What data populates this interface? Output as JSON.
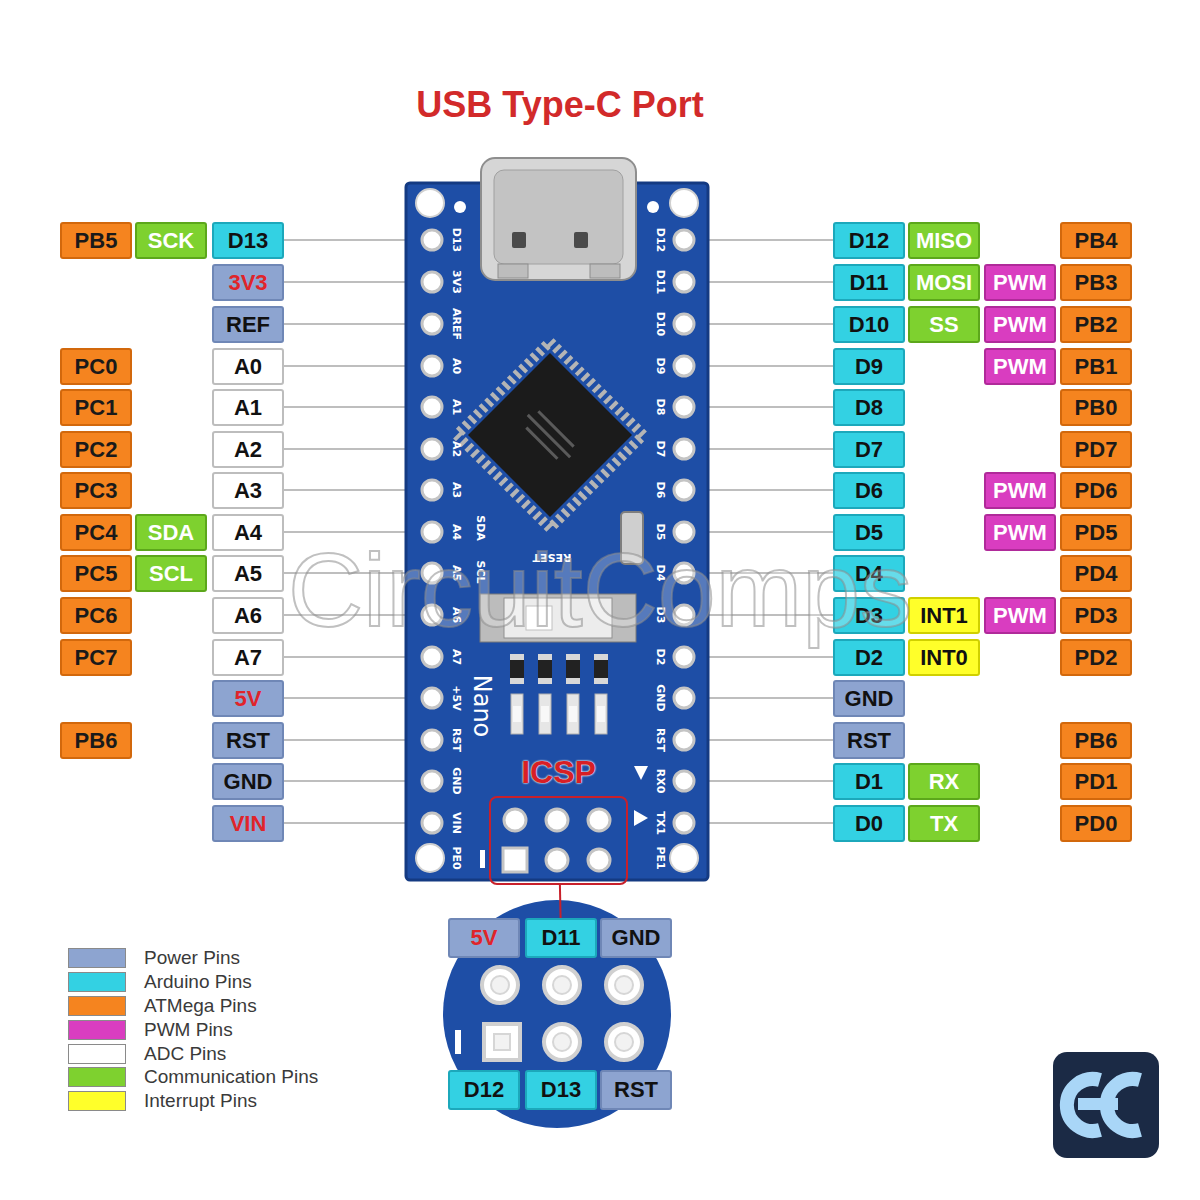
{
  "diagram": {
    "title": "USB Type-C Port",
    "nodes": [
      {
        "text": [
          "PB5"
        ]
      },
      {
        "text": [
          "SCK"
        ]
      },
      {
        "text": [
          "D13"
        ]
      },
      {
        "text": [
          "D12"
        ]
      },
      {
        "text": [
          "MISO"
        ]
      },
      {
        "text": [
          "PB4"
        ]
      },
      {
        "text": [
          "3V3"
        ]
      },
      {
        "text": [
          "D11"
        ]
      },
      {
        "text": [
          "MOSI"
        ]
      },
      {
        "text": [
          "PWM"
        ]
      },
      {
        "text": [
          "PB3"
        ]
      },
      {
        "text": [
          "REF"
        ]
      },
      {
        "text": [
          "D10"
        ]
      },
      {
        "text": [
          "SS"
        ]
      },
      {
        "text": [
          "PWM"
        ]
      },
      {
        "text": [
          "PB2"
        ]
      },
      {
        "text": [
          "PC0"
        ]
      },
      {
        "text": [
          "A0"
        ]
      },
      {
        "text": [
          "D9"
        ]
      },
      {
        "text": [
          "PWM"
        ]
      },
      {
        "text": [
          "PB1"
        ]
      },
      {
        "text": [
          "PC1"
        ]
      },
      {
        "text": [
          "A1"
        ]
      },
      {
        "text": [
          "D8"
        ]
      },
      {
        "text": [
          "PB0"
        ]
      },
      {
        "text": [
          "PC2"
        ]
      },
      {
        "text": [
          "A2"
        ]
      },
      {
        "text": [
          "D7"
        ]
      },
      {
        "text": [
          "PD7"
        ]
      },
      {
        "text": [
          "PC3"
        ]
      },
      {
        "text": [
          "A3"
        ]
      },
      {
        "text": [
          "D6"
        ]
      },
      {
        "text": [
          "PWM"
        ]
      },
      {
        "text": [
          "PD6"
        ]
      },
      {
        "text": [
          "PC4"
        ]
      },
      {
        "text": [
          "SDA"
        ]
      },
      {
        "text": [
          "A4"
        ]
      },
      {
        "text": [
          "D5"
        ]
      },
      {
        "text": [
          "PWM"
        ]
      },
      {
        "text": [
          "PD5"
        ]
      },
      {
        "text": [
          "PC5"
        ]
      },
      {
        "text": [
          "SCL"
        ]
      },
      {
        "text": [
          "A5"
        ]
      },
      {
        "text": [
          "D4"
        ]
      },
      {
        "text": [
          "PD4"
        ]
      },
      {
        "text": [
          "PC6"
        ]
      },
      {
        "text": [
          "A6"
        ]
      },
      {
        "text": [
          "D3"
        ]
      },
      {
        "text": [
          "INT1"
        ]
      },
      {
        "text": [
          "PWM"
        ]
      },
      {
        "text": [
          "PD3"
        ]
      },
      {
        "text": [
          "PC7"
        ]
      },
      {
        "text": [
          "A7"
        ]
      },
      {
        "text": [
          "D2"
        ]
      },
      {
        "text": [
          "INT0"
        ]
      },
      {
        "text": [
          "PD2"
        ]
      },
      {
        "text": [
          "5V"
        ]
      },
      {
        "text": [
          "GND"
        ]
      },
      {
        "text": [
          "PB6"
        ]
      },
      {
        "text": [
          "RST"
        ]
      },
      {
        "text": [
          "RST"
        ]
      },
      {
        "text": [
          "PB6"
        ]
      },
      {
        "text": [
          "GND"
        ]
      },
      {
        "text": [
          "D1"
        ]
      },
      {
        "text": [
          "RX"
        ]
      },
      {
        "text": [
          "PD1"
        ]
      },
      {
        "text": [
          "VIN"
        ]
      },
      {
        "text": [
          "D0"
        ]
      },
      {
        "text": [
          "TX"
        ]
      },
      {
        "text": [
          "PD0"
        ]
      },
      {
        "text": [
          "ICSP"
        ]
      },
      {
        "text": [
          "5V"
        ]
      },
      {
        "text": [
          "D11"
        ]
      },
      {
        "text": [
          "GND"
        ]
      },
      {
        "text": [
          "D12"
        ]
      },
      {
        "text": [
          "D13"
        ]
      },
      {
        "text": [
          "RST"
        ]
      }
    ],
    "edges": [
      {
        "from": 70,
        "to": 72,
        "arrow": "none"
      }
    ],
    "labels": [
      "D13",
      "3V3",
      "AREF",
      "A0",
      "A1",
      "A2",
      "A3",
      "A4",
      "A5",
      "A6",
      "A7",
      "+5V",
      "RST",
      "GND",
      "VIN",
      "PE0",
      "D12",
      "D11",
      "D10",
      "D9",
      "D8",
      "D7",
      "D6",
      "D5",
      "D4",
      "D3",
      "D2",
      "GND",
      "RST",
      "RX0",
      "TX1",
      "PE1",
      "SDA",
      "SCL",
      "RESET",
      "Nano",
      "CircuitComps"
    ],
    "legend": [
      {
        "text": "Power Pins",
        "color": "#8da4d0"
      },
      {
        "text": "Arduino Pins",
        "color": "#33d1e3"
      },
      {
        "text": "ATMega Pins",
        "color": "#f5841f"
      },
      {
        "text": "PWM Pins",
        "color": "#d93dc0"
      },
      {
        "text": "ADC Pins",
        "color": "#ffffff"
      },
      {
        "text": "Communication Pins",
        "color": "#7ed12f"
      },
      {
        "text": "Interrupt Pins",
        "color": "#ffff2a"
      }
    ]
  }
}
